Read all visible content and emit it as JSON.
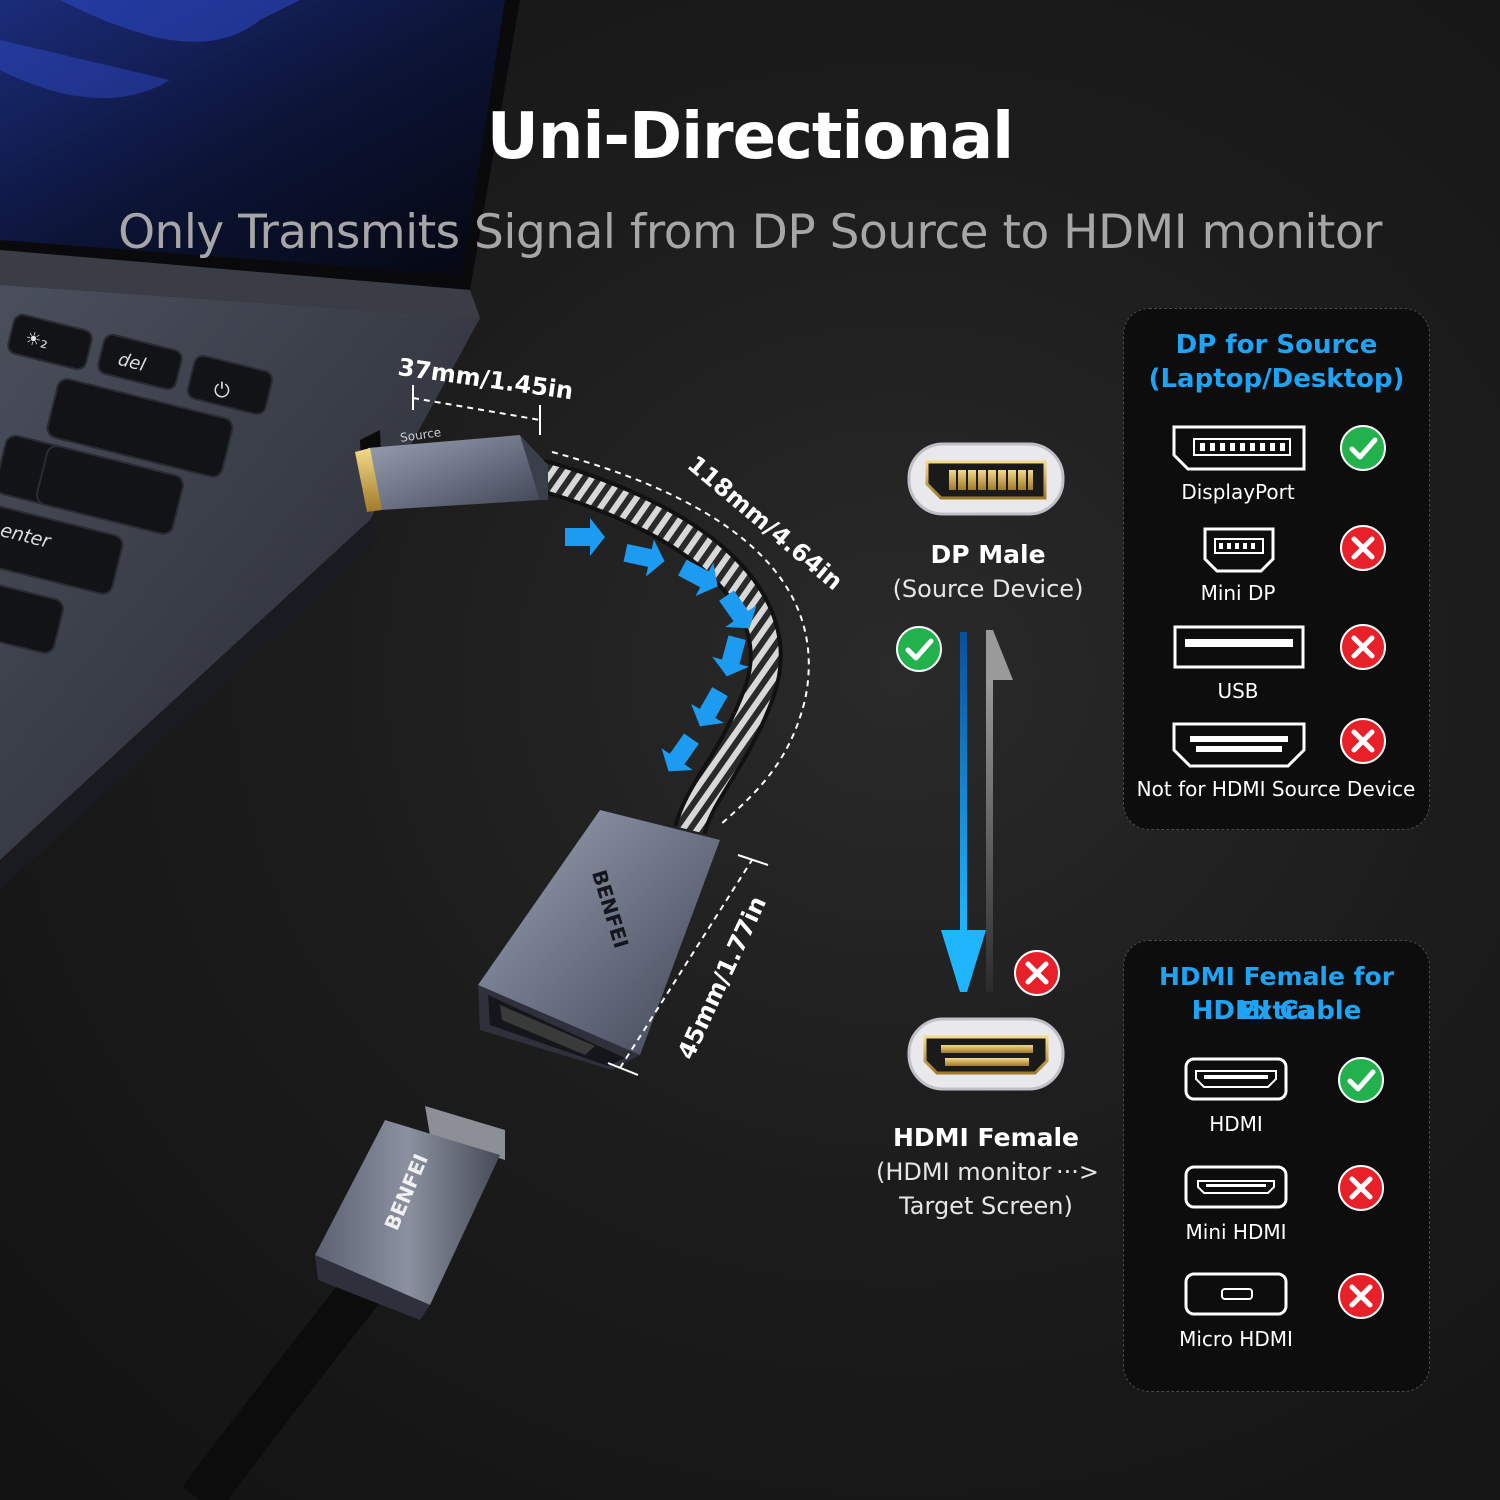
{
  "header": {
    "title": "Uni-Directional",
    "subtitle": "Only Transmits Signal from DP Source to HDMI monitor"
  },
  "laptop": {
    "keys": {
      "f8": "☀₂",
      "del": "del",
      "enter": "enter"
    },
    "port_label": "Source"
  },
  "dimensions": {
    "length_dp": "37mm/1.45in",
    "length_cable": "118mm/4.64in",
    "length_hdmi": "45mm/1.77in"
  },
  "brand": "BENFEI",
  "middle": {
    "dp_title": "DP Male",
    "dp_sub": "(Source Device)",
    "hdmi_title": "HDMI Female",
    "hdmi_sub1": "(HDMI monitor ···>",
    "hdmi_sub2": "Target Screen)",
    "forward_ok": true,
    "reverse_ok": false
  },
  "source_panel": {
    "title1": "DP for Source",
    "title2": "(Laptop/Desktop)",
    "items": [
      {
        "label": "DisplayPort",
        "icon": "displayport-port-icon",
        "supported": true
      },
      {
        "label": "Mini DP",
        "icon": "mini-dp-port-icon",
        "supported": false
      },
      {
        "label": "USB",
        "icon": "usb-port-icon",
        "supported": false
      },
      {
        "label": "Not for HDMI Source Device",
        "icon": "hdmi-port-icon",
        "supported": false
      }
    ]
  },
  "target_panel": {
    "title1": "HDMI Female for Extra",
    "title2": "HDMI Cable",
    "items": [
      {
        "label": "HDMI",
        "icon": "hdmi-port-icon",
        "supported": true
      },
      {
        "label": "Mini HDMI",
        "icon": "mini-hdmi-port-icon",
        "supported": false
      },
      {
        "label": "Micro HDMI",
        "icon": "micro-hdmi-port-icon",
        "supported": false
      }
    ]
  },
  "colors": {
    "accent_blue": "#1fa3f5",
    "check_green": "#22b14c",
    "cross_red": "#e8202a",
    "aluminum": "#6d7486"
  }
}
